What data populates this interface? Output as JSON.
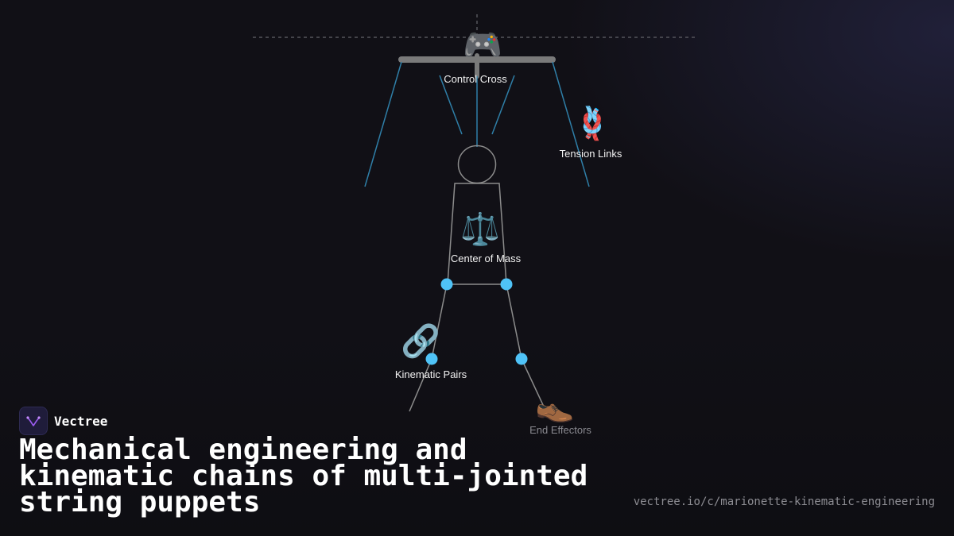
{
  "brand": {
    "name": "Vectree"
  },
  "headline": "Mechanical engineering and kinematic chains of multi-jointed string puppets",
  "url": "vectree.io/c/marionette-kinematic-engineering",
  "diagram": {
    "nodes": [
      {
        "label": "Control Cross",
        "icon": "🎮",
        "icon_name": "game-controller-icon"
      },
      {
        "label": "Tension Links",
        "icon": "🪢",
        "icon_name": "knot-icon"
      },
      {
        "label": "Center of Mass",
        "icon": "⚖️",
        "icon_name": "balance-scale-icon"
      },
      {
        "label": "Kinematic Pairs",
        "icon": "🔗",
        "icon_name": "link-icon"
      },
      {
        "label": "End Effectors",
        "icon": "👞",
        "icon_name": "shoe-icon"
      }
    ]
  },
  "colors": {
    "background": "#111016",
    "string": "#2f7fa8",
    "joint": "#4fc3f7",
    "body_outline": "#8c8c8c",
    "bar": "#7a7a7a"
  }
}
